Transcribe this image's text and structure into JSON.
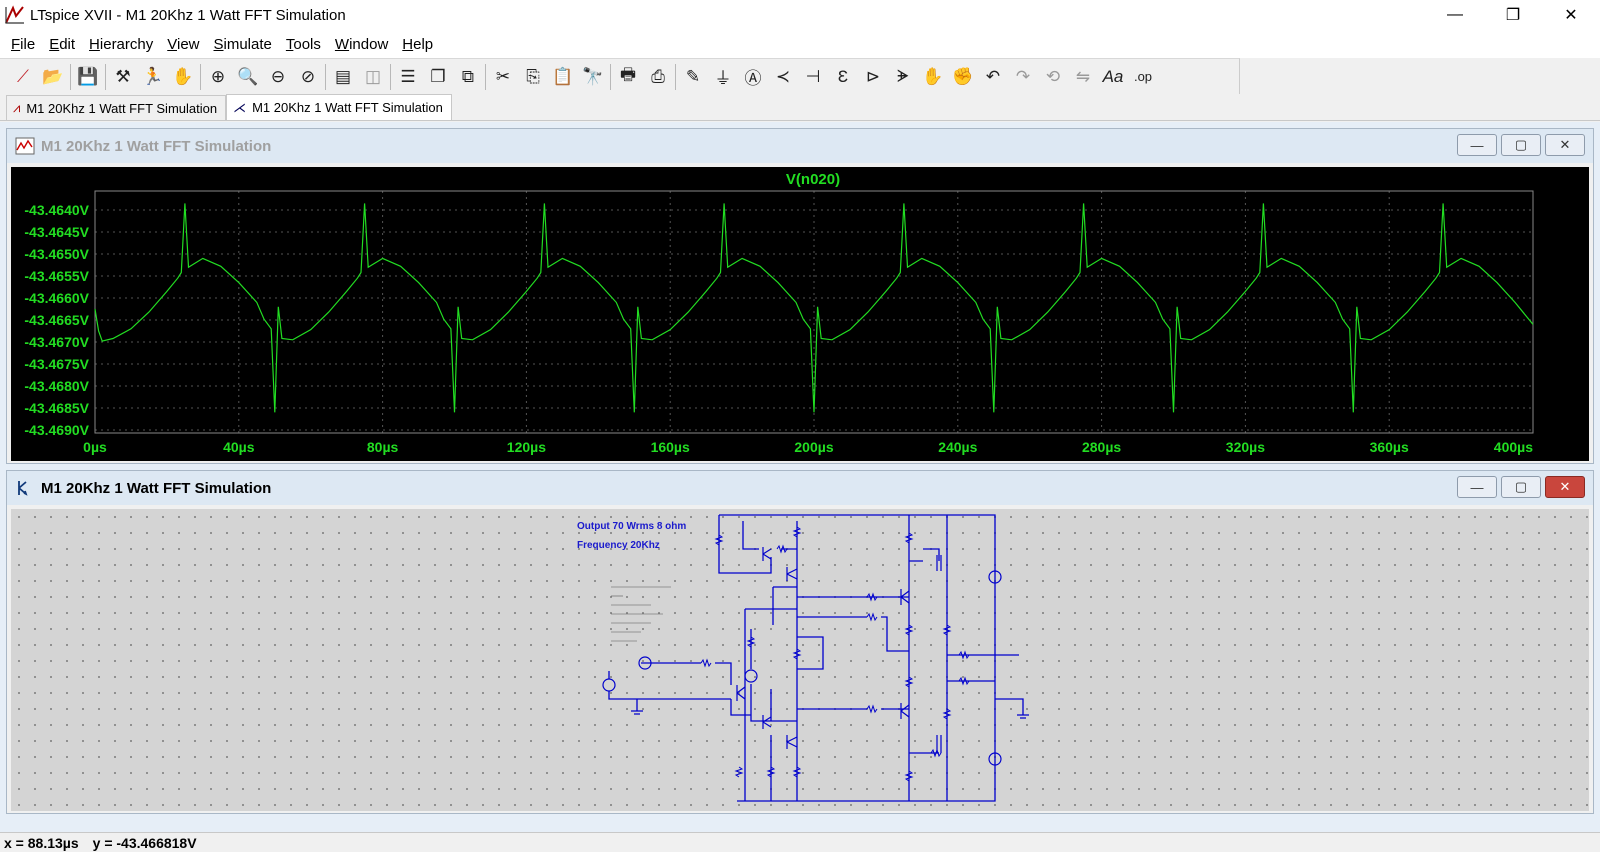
{
  "window": {
    "title": "LTspice XVII - M1 20Khz 1 Watt FFT Simulation",
    "minimize": "—",
    "maximize": "❐",
    "close": "✕"
  },
  "menu": [
    {
      "label": "File",
      "u": "F",
      "rest": "ile"
    },
    {
      "label": "Edit",
      "u": "E",
      "rest": "dit"
    },
    {
      "label": "Hierarchy",
      "u": "H",
      "rest": "ierarchy"
    },
    {
      "label": "View",
      "u": "V",
      "rest": "iew"
    },
    {
      "label": "Simulate",
      "u": "S",
      "rest": "imulate"
    },
    {
      "label": "Tools",
      "u": "T",
      "rest": "ools"
    },
    {
      "label": "Window",
      "u": "W",
      "rest": "indow"
    },
    {
      "label": "Help",
      "u": "H",
      "rest": "elp"
    }
  ],
  "tabs": [
    {
      "label": "M1 20Khz 1 Watt FFT Simulation",
      "icon": "waveform-icon"
    },
    {
      "label": "M1 20Khz 1 Watt FFT Simulation",
      "icon": "schematic-icon"
    }
  ],
  "plot_window": {
    "title": "M1 20Khz 1 Watt FFT Simulation",
    "trace_label": "V(n020)"
  },
  "schematic_window": {
    "title": "M1 20Khz 1 Watt FFT Simulation",
    "notes": [
      "Output 70 Wrms 8 ohm",
      "Frequency 20Khz"
    ]
  },
  "status": {
    "x": "x = 88.13µs",
    "y": "y = -43.466818V"
  },
  "colors": {
    "trace": "#22dd22",
    "axis_text": "#22dd22",
    "wire": "#0000cc",
    "accent_red": "#c9463d"
  },
  "chart_data": {
    "type": "line",
    "title": "V(n020)",
    "xlabel": "",
    "ylabel": "",
    "x_ticks": [
      "0µs",
      "40µs",
      "80µs",
      "120µs",
      "160µs",
      "200µs",
      "240µs",
      "280µs",
      "320µs",
      "360µs",
      "400µs"
    ],
    "y_ticks": [
      "-43.4640V",
      "-43.4645V",
      "-43.4650V",
      "-43.4655V",
      "-43.4660V",
      "-43.4665V",
      "-43.4670V",
      "-43.4675V",
      "-43.4680V",
      "-43.4685V",
      "-43.4690V"
    ],
    "xlim": [
      0,
      400
    ],
    "ylim": [
      -43.4692,
      -43.4636
    ],
    "grid": true,
    "series": [
      {
        "name": "V(n020)",
        "x": [
          0,
          1,
          2,
          5,
          10,
          15,
          20,
          23,
          24,
          25,
          26,
          27,
          30,
          35,
          40,
          45,
          47,
          49,
          50,
          51,
          52,
          55,
          60,
          65,
          70,
          73,
          74,
          75,
          76,
          77,
          80,
          85,
          90,
          95,
          97,
          99,
          100,
          101,
          102,
          105,
          110,
          115,
          120,
          123,
          124,
          125,
          126,
          127,
          130,
          135,
          140,
          145,
          147,
          149,
          150,
          151,
          152,
          155,
          160,
          165,
          170,
          173,
          174,
          175,
          176,
          177,
          180,
          185,
          190,
          195,
          197,
          199,
          200,
          201,
          202,
          205,
          210,
          215,
          220,
          223,
          224,
          225,
          226,
          227,
          230,
          235,
          240,
          245,
          247,
          249,
          250,
          251,
          252,
          255,
          260,
          265,
          270,
          273,
          274,
          275,
          276,
          277,
          280,
          285,
          290,
          295,
          297,
          299,
          300,
          301,
          302,
          305,
          310,
          315,
          320,
          323,
          324,
          325,
          326,
          327,
          330,
          335,
          340,
          345,
          347,
          349,
          350,
          351,
          352,
          355,
          360,
          365,
          370,
          373,
          374,
          375,
          376,
          377,
          380,
          385,
          390,
          395,
          398,
          400
        ],
        "y": [
          -43.46625,
          -43.46675,
          -43.46698,
          -43.46692,
          -43.4667,
          -43.46632,
          -43.46585,
          -43.46555,
          -43.46542,
          -43.46385,
          -43.4653,
          -43.46525,
          -43.4651,
          -43.46528,
          -43.46565,
          -43.4661,
          -43.46648,
          -43.4667,
          -43.4686,
          -43.4662,
          -43.46692,
          -43.46695,
          -43.46672,
          -43.46632,
          -43.46585,
          -43.46555,
          -43.46542,
          -43.46385,
          -43.4653,
          -43.46525,
          -43.4651,
          -43.46528,
          -43.46565,
          -43.4661,
          -43.46648,
          -43.4667,
          -43.4686,
          -43.4662,
          -43.46692,
          -43.46695,
          -43.46672,
          -43.46632,
          -43.46585,
          -43.46555,
          -43.46542,
          -43.46385,
          -43.4653,
          -43.46525,
          -43.4651,
          -43.46528,
          -43.46565,
          -43.4661,
          -43.46648,
          -43.4667,
          -43.4686,
          -43.4662,
          -43.46692,
          -43.46695,
          -43.46672,
          -43.46632,
          -43.46585,
          -43.46555,
          -43.46542,
          -43.46385,
          -43.4653,
          -43.46525,
          -43.4651,
          -43.46528,
          -43.46565,
          -43.4661,
          -43.46648,
          -43.4667,
          -43.4686,
          -43.4662,
          -43.46692,
          -43.46695,
          -43.46672,
          -43.46632,
          -43.46585,
          -43.46555,
          -43.46542,
          -43.46385,
          -43.4653,
          -43.46525,
          -43.4651,
          -43.46528,
          -43.46565,
          -43.4661,
          -43.46648,
          -43.4667,
          -43.4686,
          -43.4662,
          -43.46692,
          -43.46695,
          -43.46672,
          -43.46632,
          -43.46585,
          -43.46555,
          -43.46542,
          -43.46385,
          -43.4653,
          -43.46525,
          -43.4651,
          -43.46528,
          -43.46565,
          -43.4661,
          -43.46648,
          -43.4667,
          -43.4686,
          -43.4662,
          -43.46692,
          -43.46695,
          -43.46672,
          -43.46632,
          -43.46585,
          -43.46555,
          -43.46542,
          -43.46385,
          -43.4653,
          -43.46525,
          -43.4651,
          -43.46528,
          -43.46565,
          -43.4661,
          -43.46648,
          -43.4667,
          -43.4686,
          -43.4662,
          -43.46692,
          -43.46695,
          -43.46672,
          -43.46632,
          -43.46585,
          -43.46555,
          -43.46542,
          -43.46385,
          -43.4653,
          -43.46525,
          -43.4651,
          -43.46528,
          -43.46565,
          -43.4661,
          -43.4664,
          -43.4666
        ]
      }
    ]
  }
}
